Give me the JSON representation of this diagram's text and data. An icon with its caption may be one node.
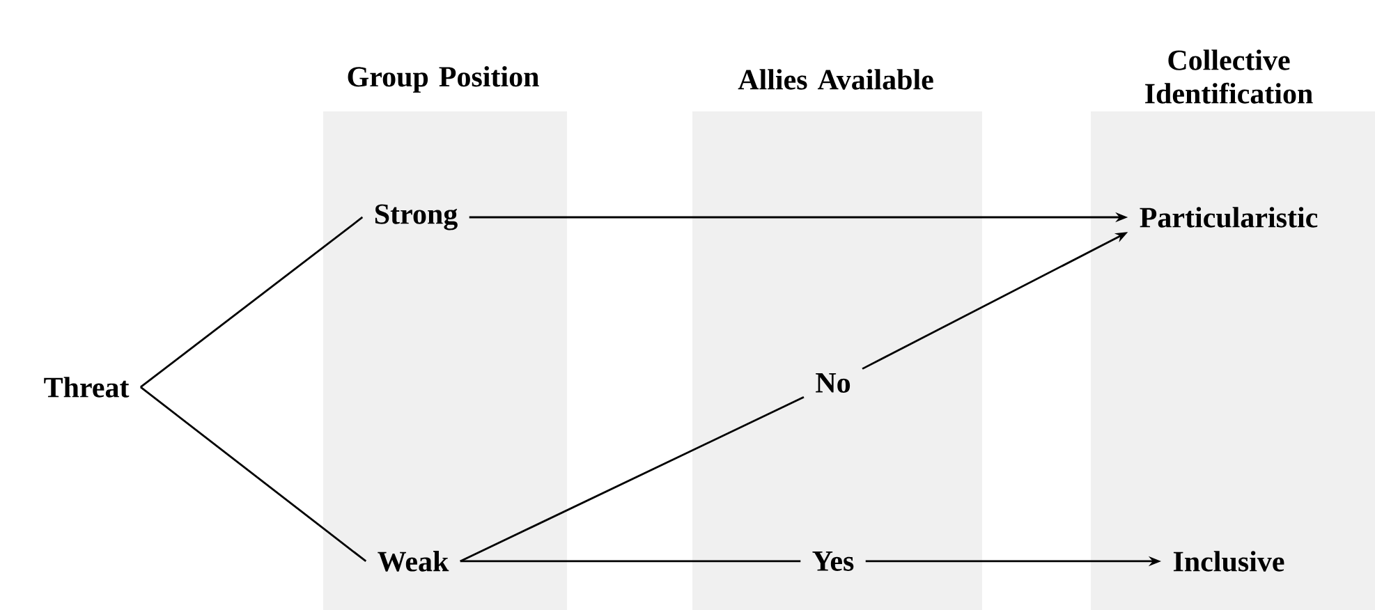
{
  "diagram": {
    "nodes": [
      {
        "text": [
          "Group Position"
        ]
      },
      {
        "text": [
          "Allies Available"
        ]
      },
      {
        "text": [
          "Collective Identification"
        ]
      },
      {
        "text": [
          "Threat"
        ]
      },
      {
        "text": [
          "Strong"
        ],
        "in": 0
      },
      {
        "text": [
          "Weak"
        ],
        "in": 0
      },
      {
        "text": [
          "No"
        ],
        "in": 1
      },
      {
        "text": [
          "Yes"
        ],
        "in": 1
      },
      {
        "text": [
          "Particularistic"
        ],
        "in": 2
      },
      {
        "text": [
          "Inclusive"
        ],
        "in": 2
      }
    ],
    "edges": [
      {
        "from": 3,
        "to": 4,
        "arrow": "none"
      },
      {
        "from": 3,
        "to": 5,
        "arrow": "none"
      },
      {
        "from": 4,
        "to": 8,
        "arrow": "to"
      },
      {
        "from": 5,
        "to": 6,
        "arrow": "none"
      },
      {
        "from": 6,
        "to": 8,
        "arrow": "to"
      },
      {
        "from": 5,
        "to": 7,
        "arrow": "none"
      },
      {
        "from": 7,
        "to": 9,
        "arrow": "to"
      }
    ]
  }
}
